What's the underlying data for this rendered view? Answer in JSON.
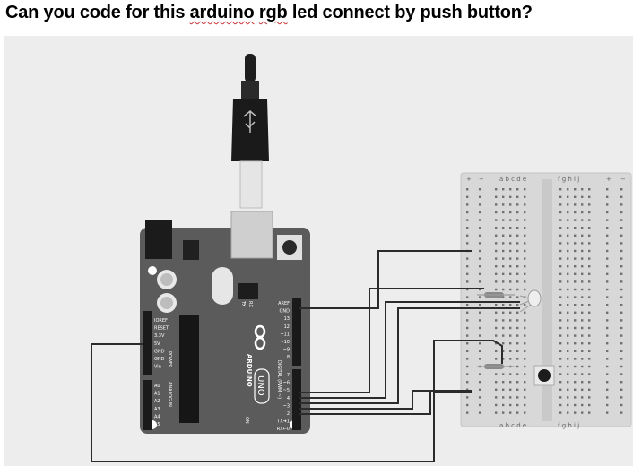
{
  "question": {
    "prefix": "Can you code for this ",
    "word_arduino": "arduino",
    "space": " ",
    "word_rgb": "rgb",
    "suffix": " led connect by push button?"
  },
  "board": {
    "brand": "ARDUINO",
    "model": "UNO",
    "on_label": "ON",
    "digital_label": "DIGITAL (PWM ~)",
    "power_label": "POWER",
    "analog_label": "ANALOG IN",
    "power_pins": [
      "IOREF",
      "RESET",
      "3.3V",
      "5V",
      "GND",
      "GND",
      "Vin"
    ],
    "analog_pins": [
      "A0",
      "A1",
      "A2",
      "A3",
      "A4",
      "A5"
    ],
    "header_top": [
      "AREF",
      "GND",
      "13",
      "12",
      "~11",
      "~10",
      "~9",
      "8"
    ],
    "header_bottom": [
      "7",
      "~6",
      "~5",
      "4",
      "~3",
      "2",
      "TX➜1",
      "RX←0"
    ],
    "tx_label": "TX",
    "rx_label": "RX",
    "l_label": "L"
  },
  "breadboard": {
    "columns_left": "a b c d e",
    "columns_right": "f g h i j",
    "plus": "+",
    "minus": "−"
  },
  "colors": {
    "canvas": "#ededed",
    "board": "#5b5b5b",
    "breadboard": "#d8d8d8",
    "wire": "#2b2b2b"
  }
}
